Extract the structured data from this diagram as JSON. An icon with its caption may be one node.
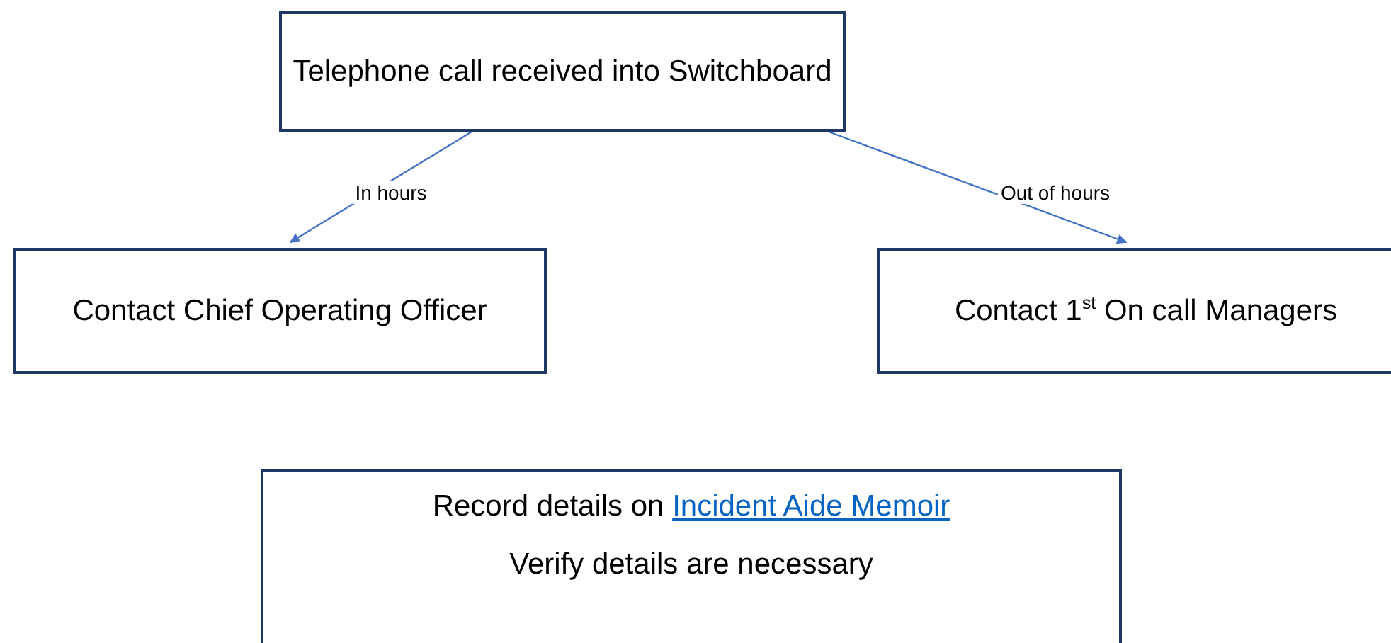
{
  "diagram": {
    "nodes": [
      {
        "text": [
          "Telephone call received into Switchboard"
        ]
      },
      {
        "text": [
          "Contact Chief Operating Officer"
        ]
      },
      {
        "text": [
          "Contact 1$^{st}$ On call Managers"
        ]
      },
      {
        "text": [
          "Record details on Incident Aide Memoir",
          "Verify details are necessary"
        ]
      }
    ],
    "edges": [
      {
        "from": 0,
        "to": 1,
        "arrow": "to",
        "label": "In hours"
      },
      {
        "from": 0,
        "to": 2,
        "arrow": "to",
        "label": "Out of hours"
      }
    ]
  }
}
